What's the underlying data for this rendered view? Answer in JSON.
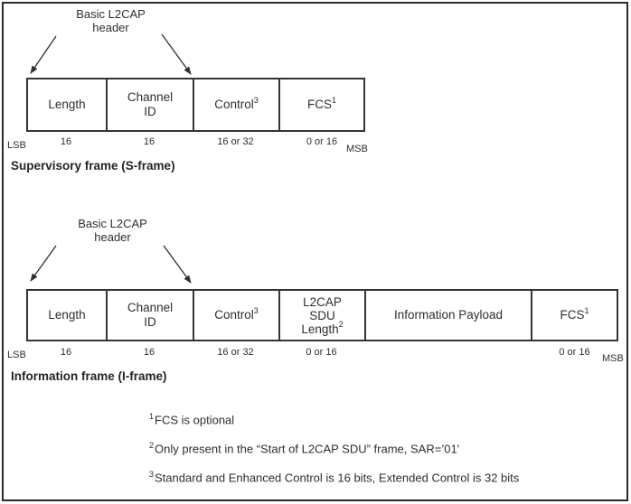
{
  "diagram": {
    "s_frame": {
      "callout": {
        "line1": "Basic L2CAP",
        "line2": "header"
      },
      "fields": [
        {
          "lines": [
            "Length"
          ],
          "sup": "",
          "bits": "16"
        },
        {
          "lines": [
            "Channel",
            "ID"
          ],
          "sup": "",
          "bits": "16"
        },
        {
          "lines": [
            "Control"
          ],
          "sup": "3",
          "bits": "16 or 32"
        },
        {
          "lines": [
            "FCS"
          ],
          "sup": "1",
          "bits": "0 or 16"
        }
      ],
      "lsb_label": "LSB",
      "msb_label": "MSB",
      "title": "Supervisory frame (S-frame)"
    },
    "i_frame": {
      "callout": {
        "line1": "Basic L2CAP",
        "line2": "header"
      },
      "fields": [
        {
          "lines": [
            "Length"
          ],
          "sup": "",
          "bits": "16"
        },
        {
          "lines": [
            "Channel",
            "ID"
          ],
          "sup": "",
          "bits": "16"
        },
        {
          "lines": [
            "Control"
          ],
          "sup": "3",
          "bits": "16 or 32"
        },
        {
          "lines": [
            "L2CAP",
            "SDU",
            "Length"
          ],
          "sup": "2",
          "bits": "0 or 16"
        },
        {
          "lines": [
            "Information Payload"
          ],
          "sup": "",
          "bits": ""
        },
        {
          "lines": [
            "FCS"
          ],
          "sup": "1",
          "bits": "0 or 16"
        }
      ],
      "lsb_label": "LSB",
      "msb_label": "MSB",
      "title": "Information frame (I-frame)"
    },
    "footnotes": [
      {
        "sup": "1",
        "text": "FCS is optional"
      },
      {
        "sup": "2",
        "text": "Only present in the “Start of L2CAP SDU” frame, SAR=’01'"
      },
      {
        "sup": "3",
        "text": "Standard and Enhanced Control is 16 bits, Extended Control is 32 bits"
      }
    ],
    "colors": {
      "ink": "#2e2e30",
      "line": "#343436",
      "background": "#ffffff"
    }
  }
}
